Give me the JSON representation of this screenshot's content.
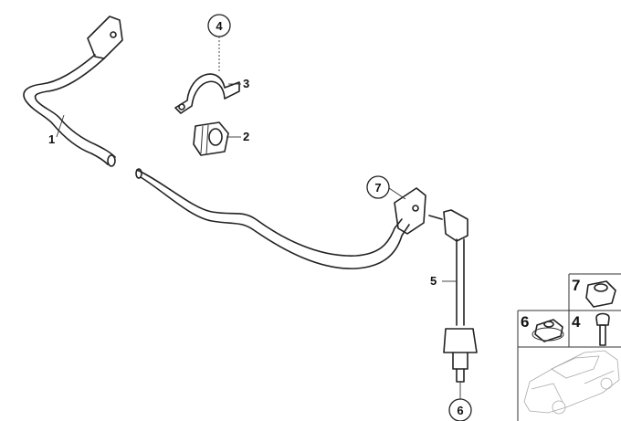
{
  "diagram": {
    "callouts": [
      {
        "id": "1",
        "label": "1",
        "circled": false
      },
      {
        "id": "2",
        "label": "2",
        "circled": false
      },
      {
        "id": "3",
        "label": "3",
        "circled": false
      },
      {
        "id": "4",
        "label": "4",
        "circled": true
      },
      {
        "id": "5",
        "label": "5",
        "circled": false
      },
      {
        "id": "6",
        "label": "6",
        "circled": true
      },
      {
        "id": "7",
        "label": "7",
        "circled": true
      }
    ],
    "inset": {
      "labels": [
        "7",
        "6",
        "4"
      ]
    }
  }
}
